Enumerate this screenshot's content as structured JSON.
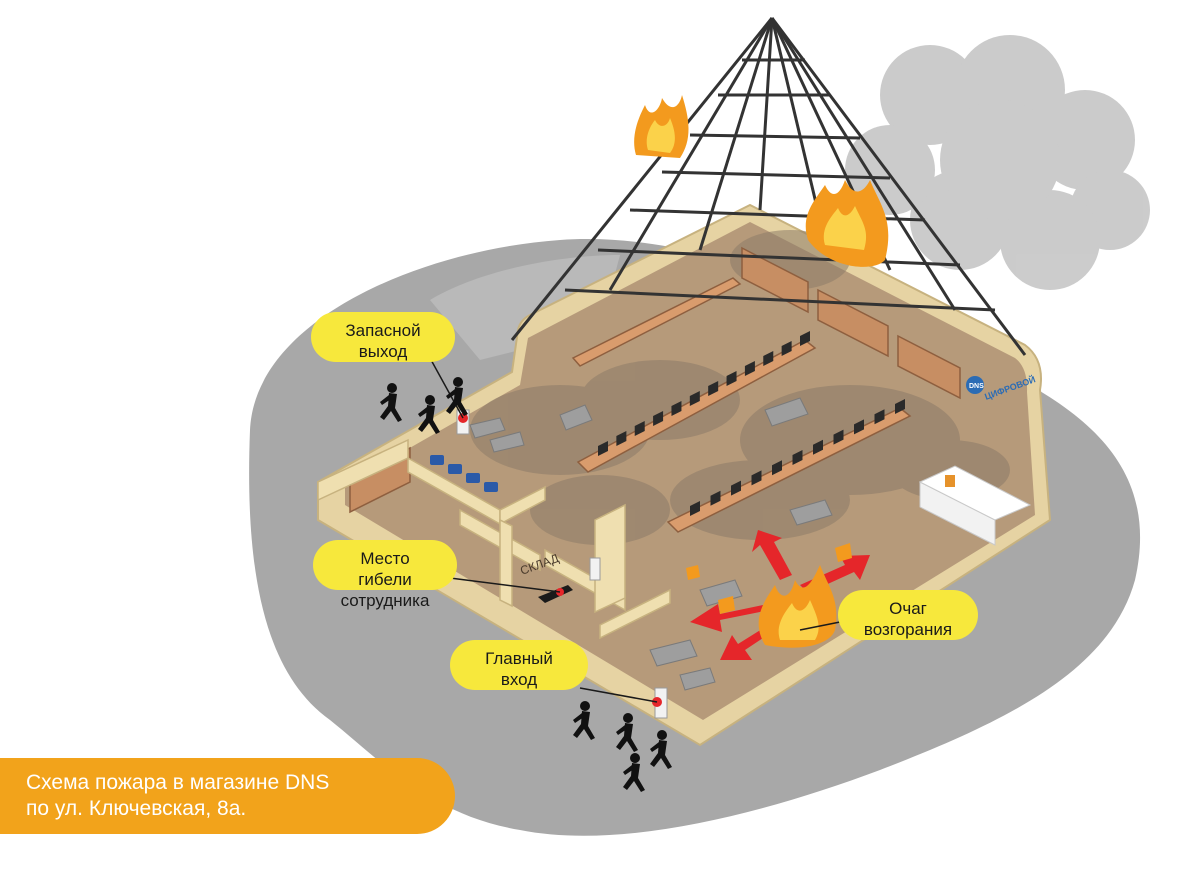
{
  "labels": {
    "emergency_exit": {
      "line1": "Запасной",
      "line2": "выход"
    },
    "death_place": {
      "line1": "Место гибели",
      "line2": "сотрудника"
    },
    "main_entrance": {
      "line1": "Главный",
      "line2": "вход"
    },
    "fire_source": {
      "line1": "Очаг",
      "line2": "возгорания"
    },
    "warehouse": "СКЛАД"
  },
  "caption": {
    "line1": "Схема пожара в магазине DNS",
    "line2": "по ул. Ключевская, 8а."
  },
  "signage": {
    "store_name": "ЦИФРОВОЙ",
    "logo": "DNS"
  },
  "colors": {
    "ground": "#a8a8a8",
    "wall": "#efdfb0",
    "floor": "#b69a7a",
    "callout": "#f7e83c",
    "caption": "#f2a31b",
    "flame": "#f39a1e",
    "arrow": "#e5262a"
  }
}
